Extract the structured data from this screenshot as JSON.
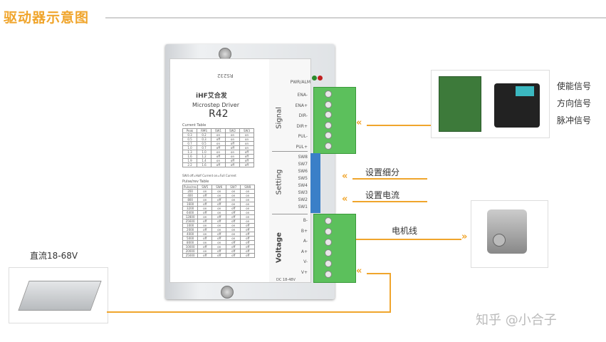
{
  "title": "驱动器示意图",
  "driver": {
    "rs232": "RS232",
    "brand": "iHF艾合发",
    "subtitle": "Microstep Driver",
    "model": "R42",
    "pwr_alm": "PWR/ALM",
    "current_table": {
      "caption": "Current Table",
      "headers": [
        "Peak",
        "RMS",
        "SW1",
        "SW2",
        "SW3"
      ],
      "rows": [
        [
          "0.3",
          "0.2",
          "on",
          "on",
          "on"
        ],
        [
          "0.5",
          "0.3",
          "off",
          "on",
          "on"
        ],
        [
          "0.7",
          "0.5",
          "on",
          "off",
          "on"
        ],
        [
          "1.0",
          "0.7",
          "off",
          "off",
          "on"
        ],
        [
          "1.3",
          "1.0",
          "on",
          "on",
          "off"
        ],
        [
          "1.6",
          "1.2",
          "off",
          "on",
          "off"
        ],
        [
          "1.9",
          "1.4",
          "on",
          "off",
          "off"
        ],
        [
          "2.2",
          "1.6",
          "off",
          "off",
          "off"
        ]
      ]
    },
    "sw4_note": "SW4 off=Half Current on=Full Current",
    "pulse_table": {
      "caption": "Pulse/rev Table",
      "headers": [
        "Pulse/rev",
        "SW5",
        "SW6",
        "SW7",
        "SW8"
      ],
      "rows": [
        [
          "200",
          "on",
          "on",
          "on",
          "on"
        ],
        [
          "400",
          "off",
          "on",
          "on",
          "on"
        ],
        [
          "800",
          "on",
          "off",
          "on",
          "on"
        ],
        [
          "1600",
          "off",
          "off",
          "on",
          "on"
        ],
        [
          "3200",
          "on",
          "on",
          "off",
          "on"
        ],
        [
          "6400",
          "off",
          "on",
          "off",
          "on"
        ],
        [
          "12800",
          "on",
          "off",
          "off",
          "on"
        ],
        [
          "25600",
          "off",
          "off",
          "off",
          "on"
        ],
        [
          "1000",
          "on",
          "on",
          "on",
          "off"
        ],
        [
          "2000",
          "off",
          "on",
          "on",
          "off"
        ],
        [
          "4000",
          "on",
          "off",
          "on",
          "off"
        ],
        [
          "5000",
          "off",
          "off",
          "on",
          "off"
        ],
        [
          "8000",
          "on",
          "on",
          "off",
          "off"
        ],
        [
          "10000",
          "off",
          "on",
          "off",
          "off"
        ],
        [
          "20000",
          "on",
          "off",
          "off",
          "off"
        ],
        [
          "25000",
          "off",
          "off",
          "off",
          "off"
        ]
      ]
    },
    "signal": {
      "label": "Signal",
      "pins": [
        "ENA-",
        "ENA+",
        "DIR-",
        "DIR+",
        "PUL-",
        "PUL+"
      ]
    },
    "setting": {
      "label": "Setting",
      "pins": [
        "SW8",
        "SW7",
        "SW6",
        "SW5",
        "SW4",
        "SW3",
        "SW2",
        "SW1"
      ]
    },
    "voltage": {
      "label": "Voltage",
      "pins": [
        "B-",
        "B+",
        "A-",
        "A+",
        "V-",
        "V+"
      ]
    },
    "dc_range": "DC 18-48V"
  },
  "controller_labels": [
    "使能信号",
    "方向信号",
    "脉冲信号"
  ],
  "set_subdivision": "设置细分",
  "set_current": "设置电流",
  "motor_wire": "电机线",
  "power_label": "直流18-68V",
  "arrow_left": "«",
  "arrow_right": "»",
  "watermark": "知乎 @小合子",
  "colors": {
    "accent": "#f0a52c",
    "terminal": "#5cc05c"
  }
}
